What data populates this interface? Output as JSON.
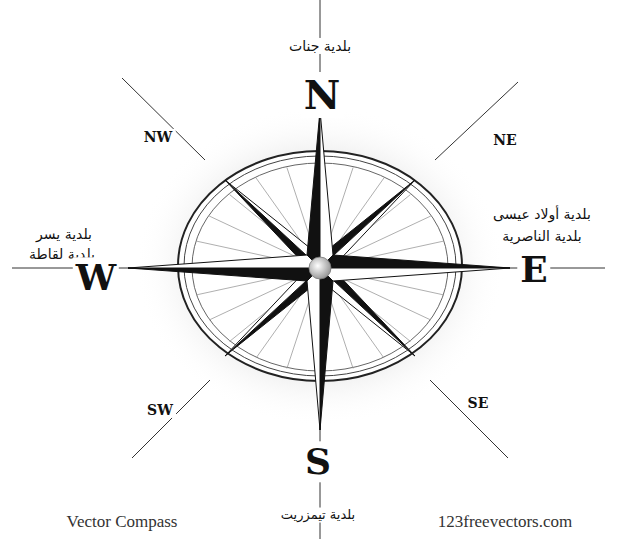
{
  "diagram": {
    "labels": [
      "بلدية جنات",
      "N",
      "NW",
      "NE",
      "بلدية يسر",
      "بلدية لقاطة",
      "W",
      "بلدية أولاد عيسى",
      "بلدية الناصرية",
      "E",
      "SW",
      "SE",
      "S",
      "Vector Compass",
      "بلدية تيمزريت",
      "123freevectors.com"
    ]
  }
}
